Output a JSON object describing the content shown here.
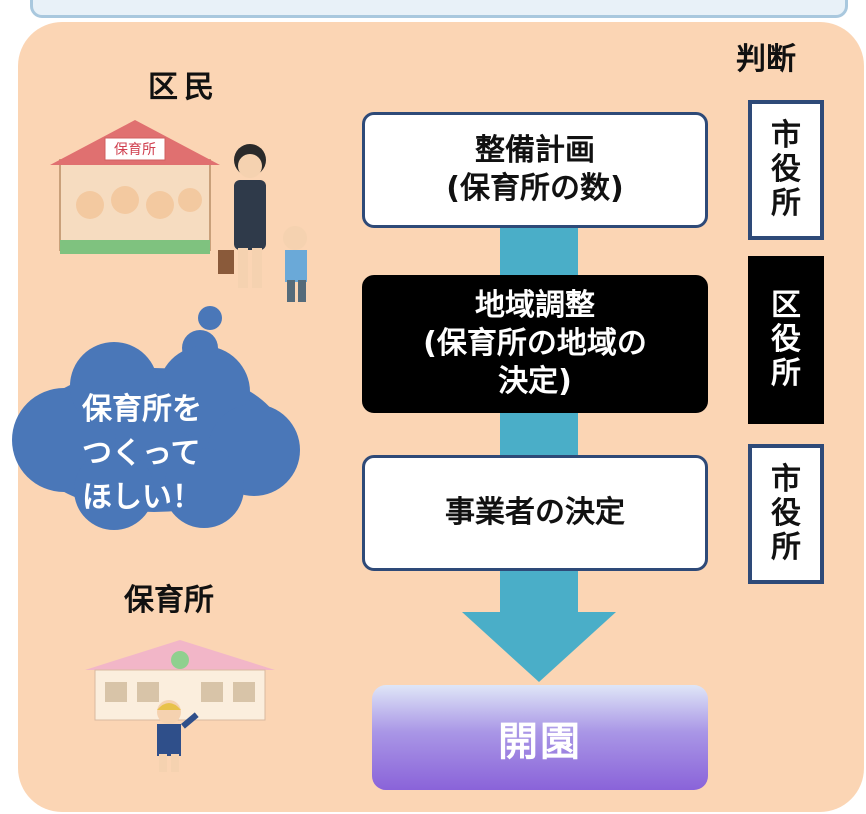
{
  "labels": {
    "resident": "区民",
    "nursery": "保育所",
    "judgment": "判断"
  },
  "speech_bubble": {
    "lines": [
      "保育所を",
      "つくって",
      "ほしい！"
    ]
  },
  "steps": [
    {
      "lines": [
        "整備計画",
        "(保育所の数)"
      ]
    },
    {
      "lines": [
        "地域調整",
        "(保育所の地域の",
        "決定)"
      ]
    },
    {
      "lines": [
        "事業者の決定"
      ]
    }
  ],
  "tags": [
    {
      "chars": [
        "市",
        "役",
        "所"
      ]
    },
    {
      "chars": [
        "区",
        "役",
        "所"
      ]
    },
    {
      "chars": [
        "市",
        "役",
        "所"
      ]
    }
  ],
  "final": "開園",
  "illustrations": {
    "nursery_with_parents": {
      "sign_text": "保育所"
    }
  },
  "colors": {
    "panel": "#fbd5b4",
    "arrow": "#4aaec8",
    "bubble": "#4a77b8",
    "box_border": "#2e4a78",
    "final_gradient_top": "#dfe6f7",
    "final_gradient_bottom": "#8a63d9"
  }
}
